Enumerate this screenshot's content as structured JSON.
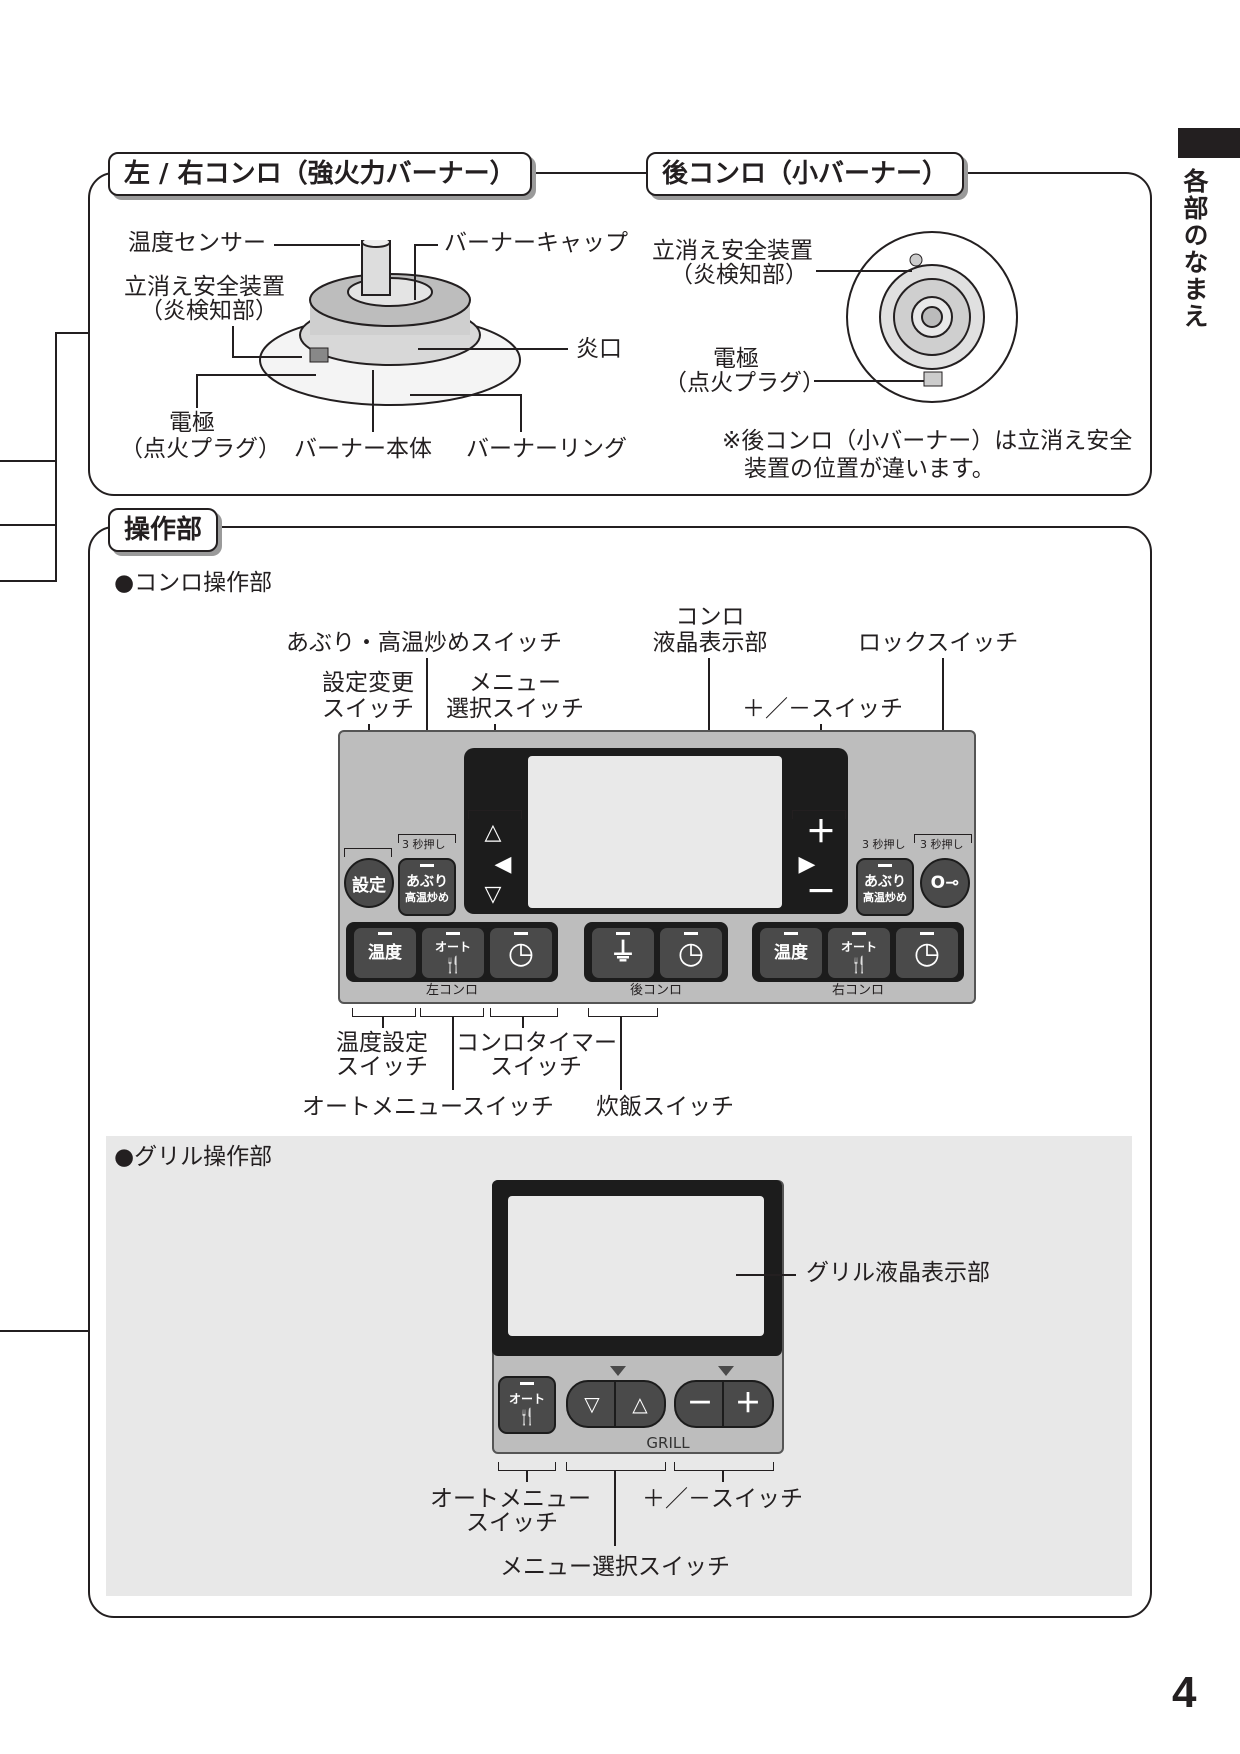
{
  "side_label": "各部のなまえ",
  "page_number": "4",
  "burner_section": {
    "left_right_title": "左 / 右コンロ（強火力バーナー）",
    "rear_title": "後コンロ（小バーナー）",
    "labels": {
      "temp_sensor": "温度センサー",
      "burner_cap": "バーナーキャップ",
      "safety_device": "立消え安全装置",
      "safety_device_sub": "（炎検知部）",
      "flame_port": "炎口",
      "electrode": "電極",
      "electrode_sub": "（点火プラグ）",
      "burner_body": "バーナー本体",
      "burner_ring": "バーナーリング",
      "rear_safety_device": "立消え安全装置",
      "rear_safety_device_sub": "（炎検知部）",
      "rear_electrode": "電極",
      "rear_electrode_sub": "（点火プラグ）",
      "note_line1": "※後コンロ（小バーナー）は立消え安全",
      "note_line2": "装置の位置が違います。"
    }
  },
  "control_section": {
    "title": "操作部",
    "konro_heading": "●コンロ操作部",
    "labels": {
      "aburi_switch": "あぶり・高温炒めスイッチ",
      "konro_lcd_1": "コンロ",
      "konro_lcd_2": "液晶表示部",
      "lock_switch": "ロックスイッチ",
      "setting_change_1": "設定変更",
      "setting_change_2": "スイッチ",
      "menu_select_1": "メニュー",
      "menu_select_2": "選択スイッチ",
      "plus_minus": "＋／－スイッチ",
      "temp_setting_1": "温度設定",
      "temp_setting_2": "スイッチ",
      "konro_timer_1": "コンロタイマー",
      "konro_timer_2": "スイッチ",
      "auto_menu": "オートメニュースイッチ",
      "rice_switch": "炊飯スイッチ"
    },
    "panel": {
      "press3": "3 秒押し",
      "settei": "設定",
      "aburi_1": "あぶり",
      "aburi_2": "高温炒め",
      "ondo": "温度",
      "auto": "オート",
      "left_konro": "左コンロ",
      "rear_konro": "後コンロ",
      "right_konro": "右コンロ",
      "up": "△",
      "down": "▽",
      "left_tri": "◀",
      "right_tri": "▶",
      "plus": "＋",
      "minus": "－",
      "timer_icon": "◷",
      "fork_icon": "🍴",
      "rice_icon": "⏚",
      "key_icon": "O⊸"
    },
    "grill_heading": "●グリル操作部",
    "grill": {
      "lcd_label": "グリル液晶表示部",
      "grill_text": "GRILL",
      "auto": "オート",
      "down": "▽",
      "up": "△",
      "minus": "－",
      "plus": "＋",
      "auto_menu_1": "オートメニュー",
      "auto_menu_2": "スイッチ",
      "plus_minus": "＋／－スイッチ",
      "menu_select": "メニュー選択スイッチ"
    }
  }
}
